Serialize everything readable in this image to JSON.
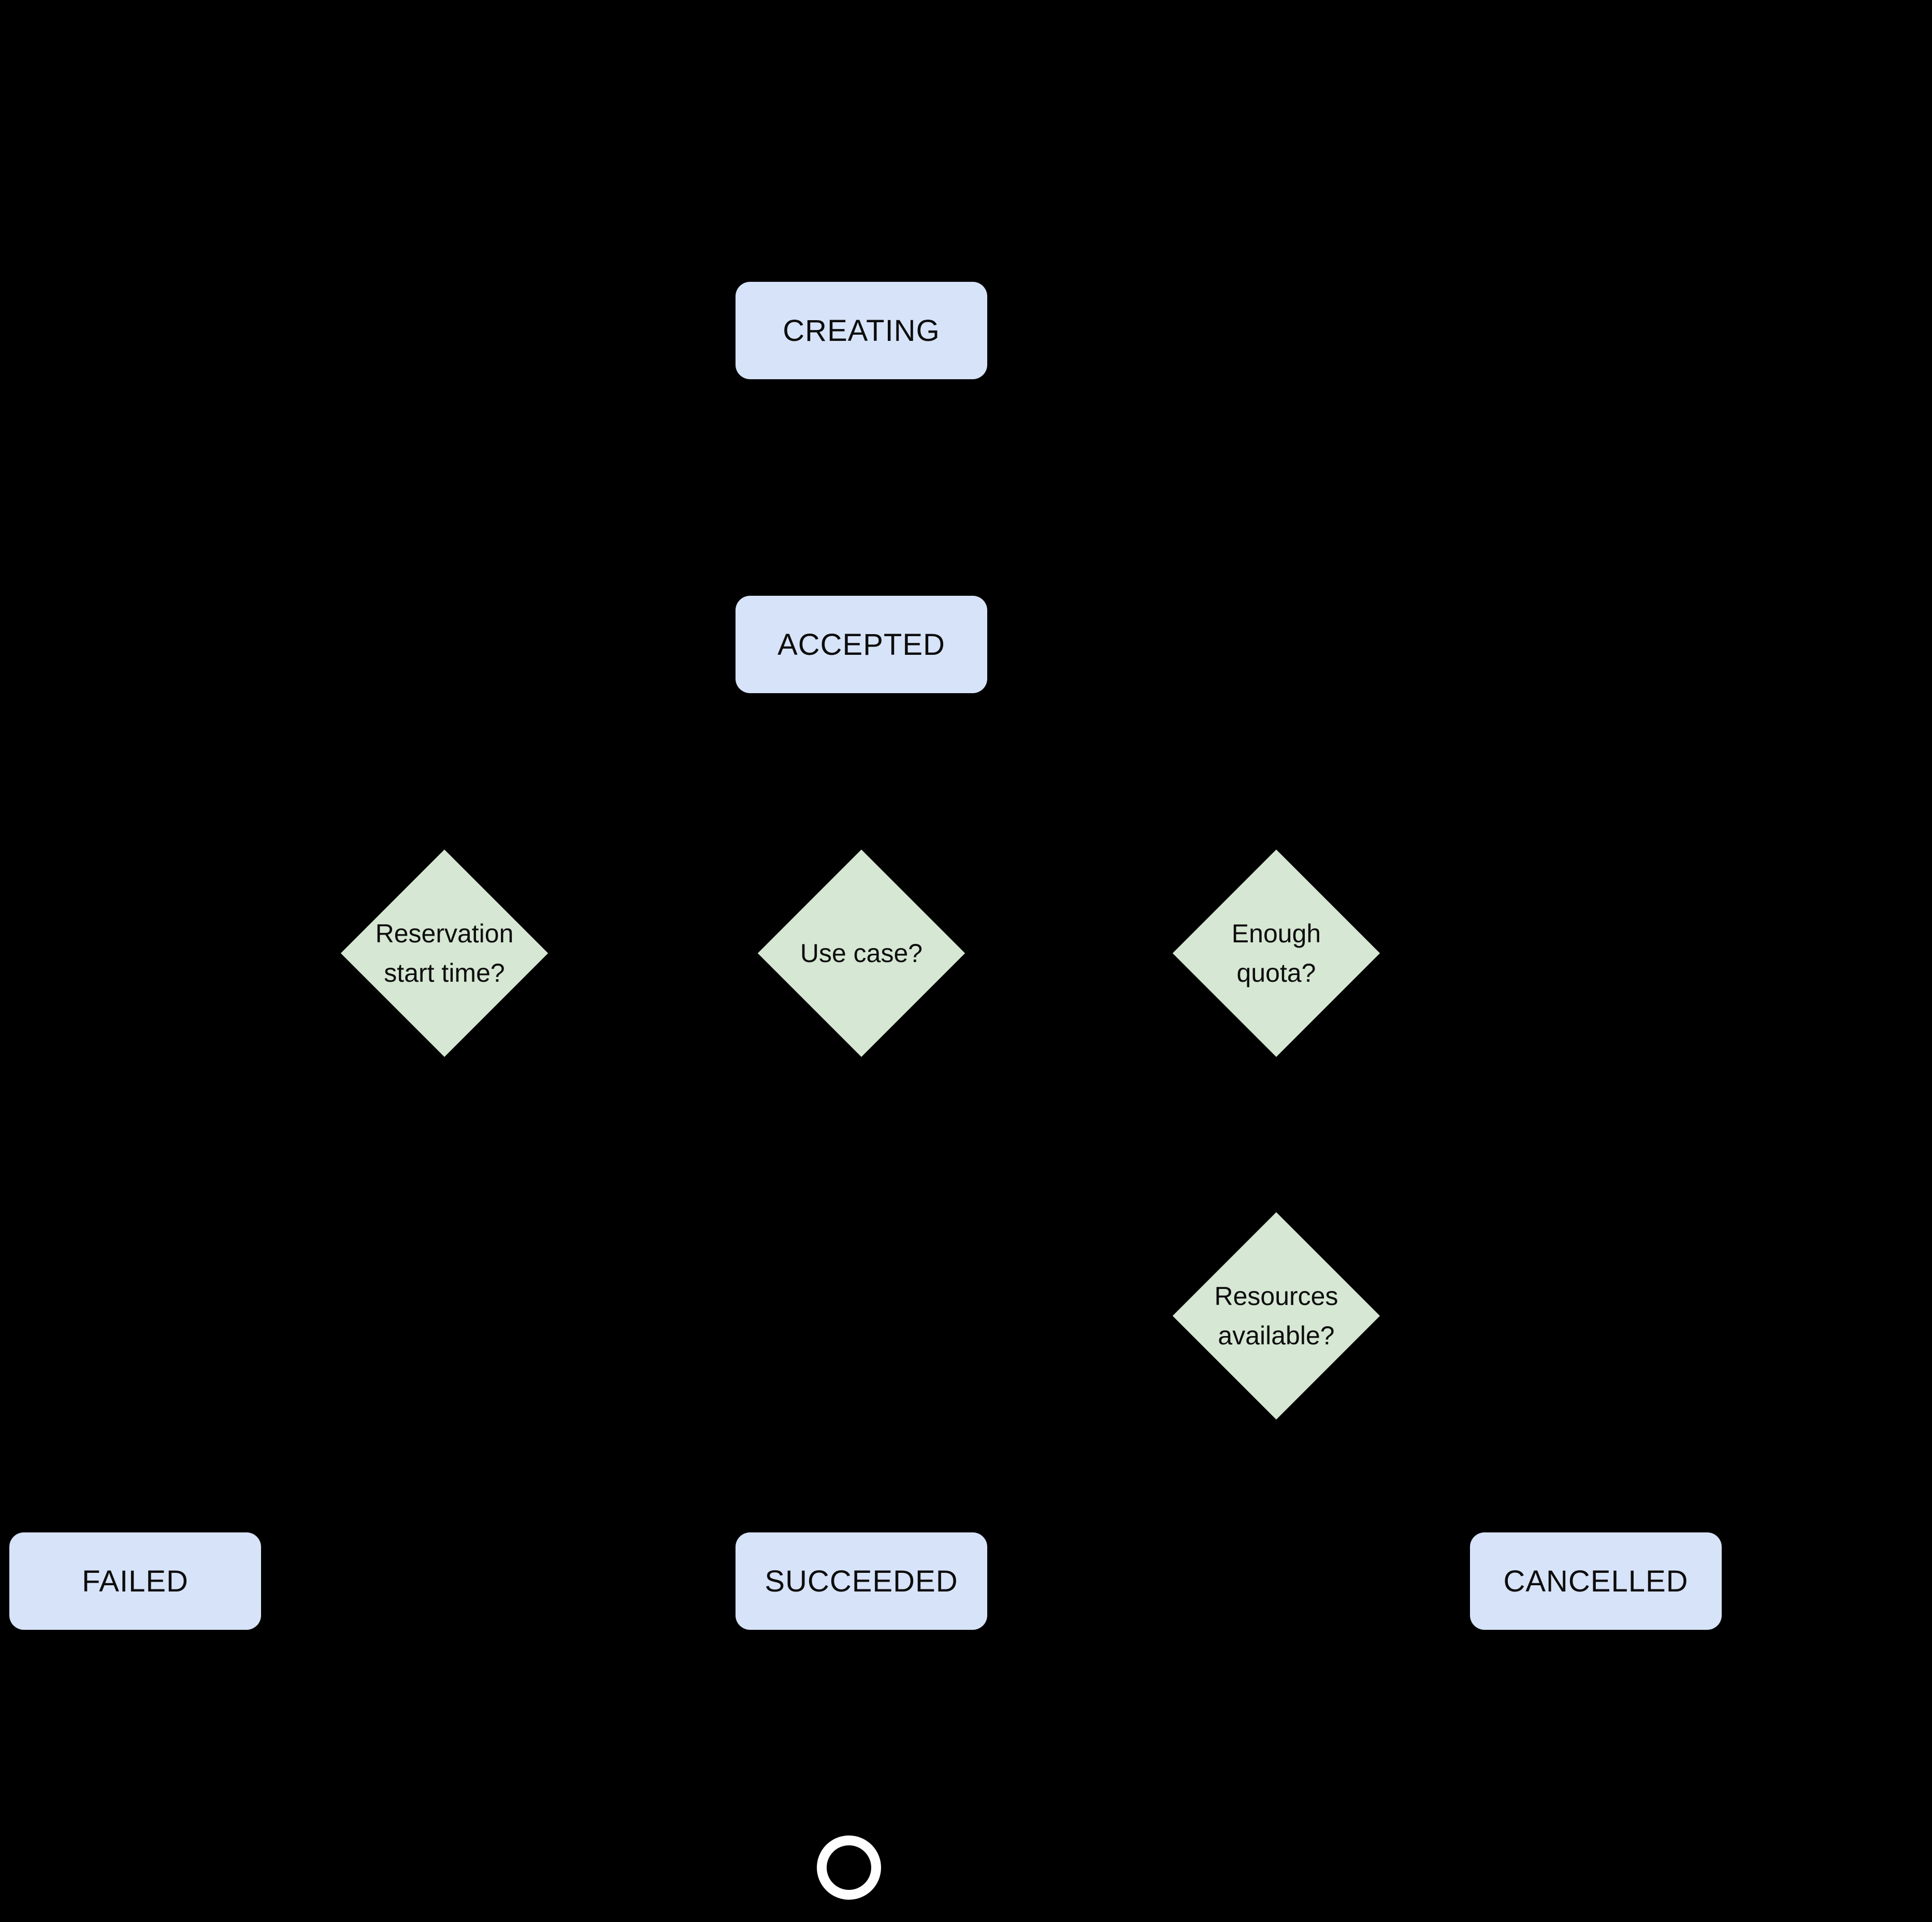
{
  "colors": {
    "canvas_bg": "#000000",
    "state_fill": "#d7e3f8",
    "decision_fill": "#d6e7d3",
    "node_text": "#0d0d0d",
    "end_ring": "#ffffff"
  },
  "nodes": {
    "creating": {
      "label": "CREATING"
    },
    "accepted": {
      "label": "ACCEPTED"
    },
    "failed": {
      "label": "FAILED"
    },
    "succeeded": {
      "label": "SUCCEEDED"
    },
    "cancelled": {
      "label": "CANCELLED"
    }
  },
  "decisions": {
    "reservation_start_time": {
      "line1": "Reservation",
      "line2": "start time?"
    },
    "use_case": {
      "line1": "Use case?",
      "line2": ""
    },
    "enough_quota": {
      "line1": "Enough",
      "line2": "quota?"
    },
    "resources_available": {
      "line1": "Resources",
      "line2": "available?"
    }
  }
}
